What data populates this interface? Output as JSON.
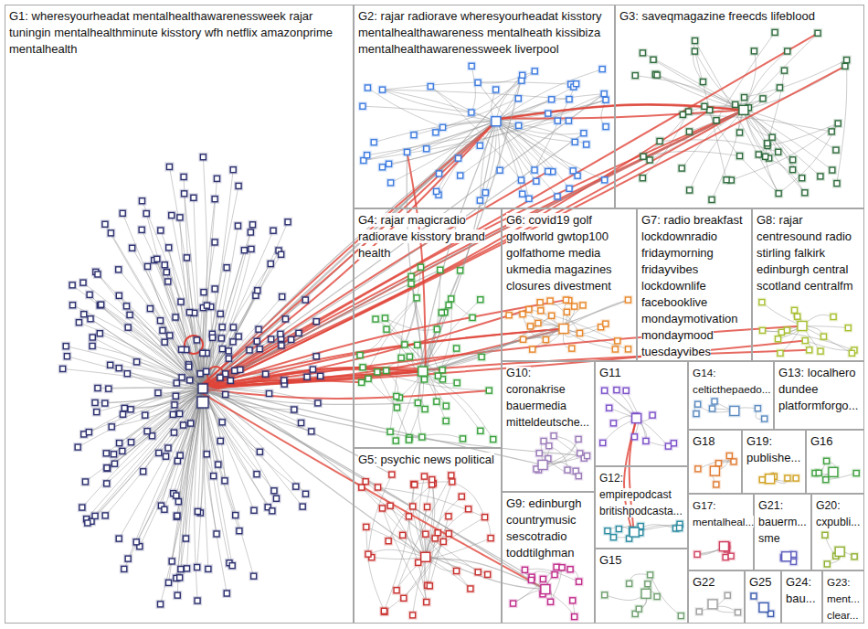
{
  "diagram": {
    "nodes": [
      {
        "text": [
          "G1: wheresyourheadat mentalhealthawarenessweek rajar tuningin mentalhealthminute kisstory wfh netflix amazonprime mentalhealth"
        ]
      },
      {
        "text": [
          "G2: rajar radiorave wheresyourheadat kisstory mentalhealthawareness mentalheath kissibiza mentalhealthawarenessweek liverpool"
        ]
      },
      {
        "text": [
          "G3: saveqmagazine freecds lifeblood"
        ]
      },
      {
        "text": [
          "G4: rajar magicradio radiorave kisstory brand health"
        ]
      },
      {
        "text": [
          "G6: covid19 golf golfworld gwtop100 golfathome media ukmedia magazines closures divestment"
        ]
      },
      {
        "text": [
          "G7: radio breakfast lockdownradio fridaymorning fridayvibes lockdownlife facebooklive mondaymotivation mondaymood tuesdayvibes"
        ]
      },
      {
        "text": [
          "G8: rajar centresound radio stirling falkirk edinburgh central scotland centralfm"
        ]
      },
      {
        "text": [
          "G10: coronakrise bauermedia mitteldeutsche..."
        ]
      },
      {
        "text": [
          "G11"
        ]
      },
      {
        "text": [
          "G14: celticthepaedo..."
        ]
      },
      {
        "text": [
          "G13: localhero dundee platformforgo..."
        ]
      },
      {
        "text": [
          "G5: psychic news political"
        ]
      },
      {
        "text": [
          "G9: edinburgh countrymusic sescotradio toddtilghman"
        ]
      },
      {
        "text": [
          "G12: empirepodcast britishpodcasta..."
        ]
      },
      {
        "text": [
          "G18"
        ]
      },
      {
        "text": [
          "G19: publishe..."
        ]
      },
      {
        "text": [
          "G16"
        ]
      },
      {
        "text": [
          "G15"
        ]
      },
      {
        "text": [
          "G17: mentalheal..."
        ]
      },
      {
        "text": [
          "G21: bauerm... sme"
        ]
      },
      {
        "text": [
          "G20: cxpubli..."
        ]
      },
      {
        "text": [
          "G22"
        ]
      },
      {
        "text": [
          "G25"
        ]
      },
      {
        "text": [
          "G24: bau..."
        ]
      },
      {
        "text": [
          "G23: ment... clear..."
        ]
      }
    ]
  }
}
